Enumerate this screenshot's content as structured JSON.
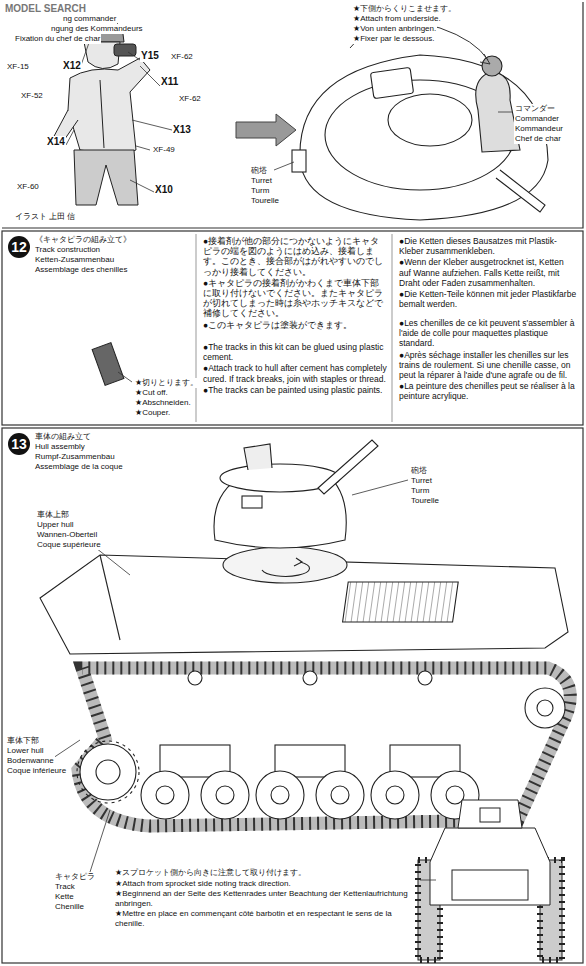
{
  "diagram": {
    "nodes": [
      {
        "text": [
          "12"
        ]
      },
      {
        "text": [
          "13"
        ]
      }
    ],
    "labels": [
      "MODEL SEARCH",
      "ng commander",
      "ngung des Kommandeurs",
      "Fixation du chef de char",
      "XF-15",
      "X12",
      "Y15",
      "XF-62",
      "X11",
      "XF-52",
      "XF-62",
      "X13",
      "X14",
      "XF-49",
      "XF-60",
      "X10",
      "イラスト 上田 信",
      "★下側からくりこませます。",
      "★Attach from underside.",
      "★Von unten anbringen.",
      "★Fixer par le dessous.",
      "コマンダー",
      "Commander",
      "Kommandeur",
      "Chef de char",
      "砲塔",
      "Turret",
      "Turm",
      "Tourelle",
      "《キャタピラの組み立て》",
      "Track construction",
      "Ketten-Zusammenbau",
      "Assemblage des chenilles",
      "★切りとります。",
      "★Cut off.",
      "★Abschneiden.",
      "★Couper.",
      "●接着剤が他の部分につかないようにキャタピラの端を図のようにはめ込み、接着します。このとき、接合部がはがれやすいのでしっかり接着してください。",
      "●キャタピラの接着剤がかわくまで車体下部に取り付けないでください。またキャタピラが切れてしまった時は糸やホッチキスなどで補修してください。",
      "●このキャタピラは塗装ができます。",
      "●The tracks in this kit can be glued using plastic cement.",
      "●Attach track to hull after cement has completely cured. If track breaks, join with staples or thread.",
      "●The tracks can be painted using plastic paints.",
      "●Die Ketten dieses Bausatzes mit Plastik-Kleber zusammenkleben.",
      "●Wenn der Kleber ausgetrocknet ist, Ketten auf Wanne aufziehen. Falls Kette reißt, mit Draht oder Faden zusammenhalten.",
      "●Die Ketten-Teile können mit jeder Plastikfarbe bemalt werden.",
      "●Les chenilles de ce kit peuvent s'assembler à l'aide de colle pour maquettes plastique standard.",
      "●Après séchage installer les chenilles sur les trains de roulement. Si une chenille casse, on peut la réparer à l'aide d'une agrafe ou de fil.",
      "●La peinture des chenilles peut se réaliser à la peinture acrylique.",
      "車体の組み立て",
      "Hull assembly",
      "Rumpf-Zusammenbau",
      "Assemblage de la coque",
      "砲塔",
      "Turret",
      "Turm",
      "Tourelle",
      "車体上部",
      "Upper hull",
      "Wannen-Oberteil",
      "Coque supérieure",
      "車体下部",
      "Lower hull",
      "Bodenwanne",
      "Coque inférieure",
      "キャタピラ",
      "Track",
      "Kette",
      "Chenille",
      "★スプロケット側から向きに注意して取り付けます。",
      "★Attach from sprocket side noting track direction.",
      "★Beginnend an der Seite des Kettenrades unter Beachtung der Kettenlaufrichtung anbringen.",
      "★Mettre en place en commençant côté barbotin et en respectant le sens de la chenille."
    ]
  }
}
